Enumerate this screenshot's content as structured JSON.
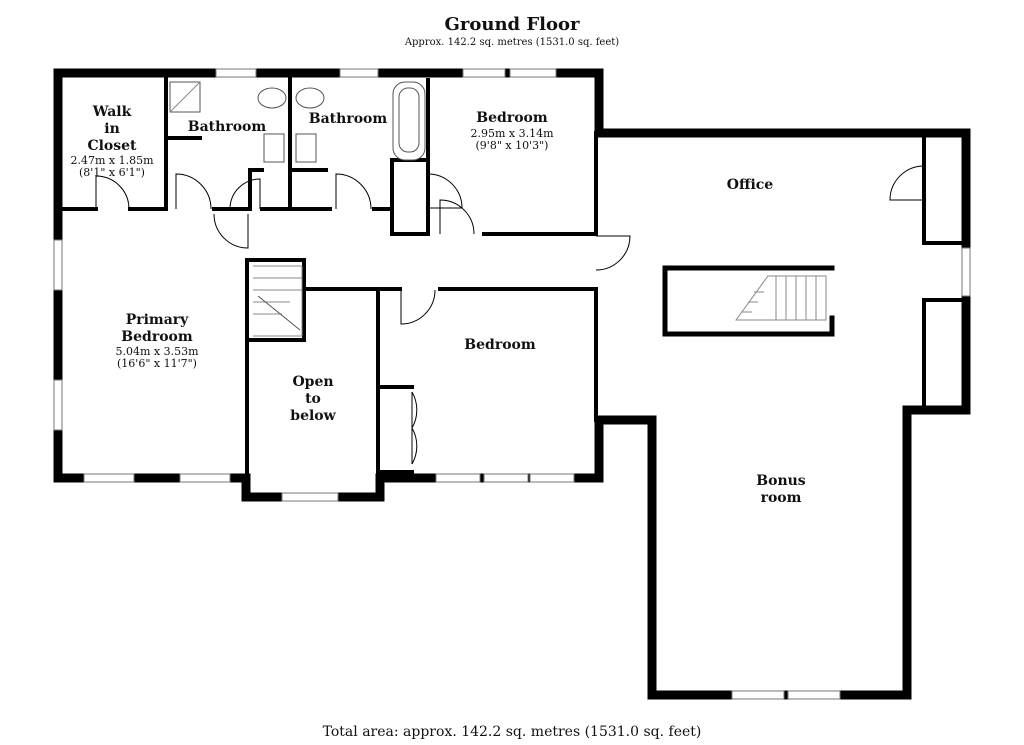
{
  "header": {
    "title": "Ground Floor",
    "subtitle": "Approx. 142.2 sq. metres (1531.0 sq. feet)"
  },
  "footer": {
    "total_area": "Total area: approx. 142.2 sq. metres (1531.0 sq. feet)"
  },
  "rooms": {
    "walk_in_closet": {
      "name_lines": [
        "Walk",
        "in",
        "Closet"
      ],
      "dim_metric": "2.47m x 1.85m",
      "dim_imperial": "(8'1\" x 6'1\")"
    },
    "bathroom_1": {
      "name": "Bathroom"
    },
    "bathroom_2": {
      "name": "Bathroom"
    },
    "bedroom_top": {
      "name": "Bedroom",
      "dim_metric": "2.95m x 3.14m",
      "dim_imperial": "(9'8\" x 10'3\")"
    },
    "office": {
      "name": "Office"
    },
    "primary_bedroom": {
      "name_lines": [
        "Primary",
        "Bedroom"
      ],
      "dim_metric": "5.04m x 3.53m",
      "dim_imperial": "(16'6\" x 11'7\")"
    },
    "open_to_below": {
      "name_lines": [
        "Open",
        "to",
        "below"
      ]
    },
    "bedroom_mid": {
      "name": "Bedroom"
    },
    "bonus_room": {
      "name_lines": [
        "Bonus",
        "room"
      ]
    }
  },
  "colors": {
    "wall": "#000000",
    "background": "#ffffff",
    "window": "#777777"
  }
}
